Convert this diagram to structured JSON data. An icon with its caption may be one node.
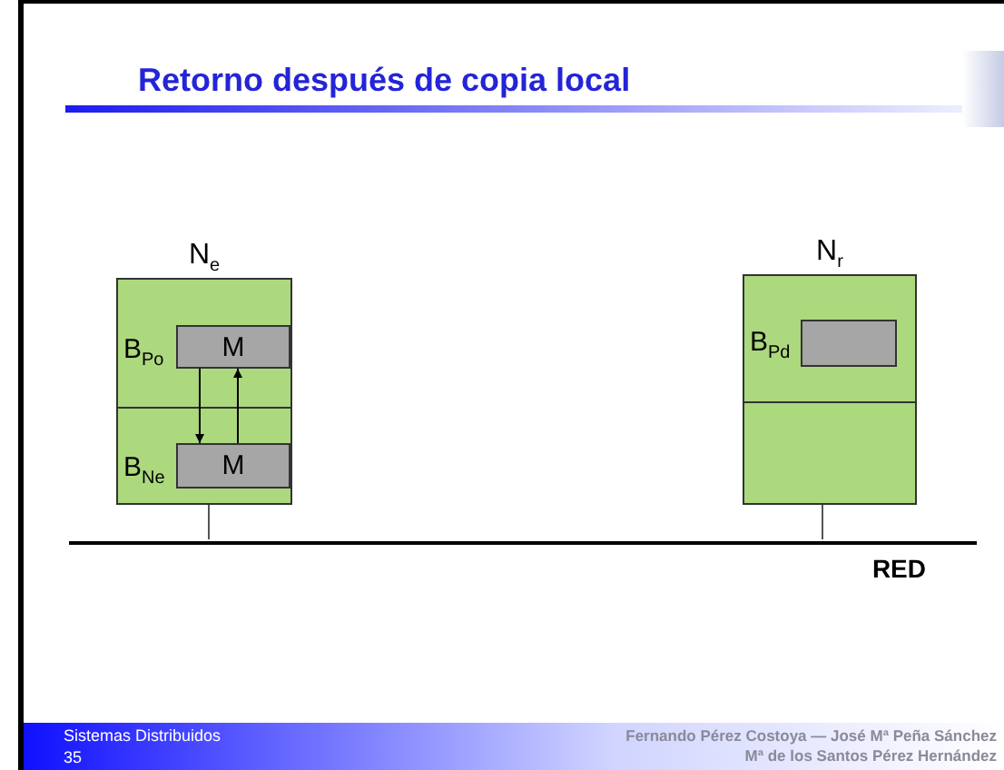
{
  "diagram": {
    "title": "Retorno después de copia local",
    "nodes": [
      {
        "text": [
          "N$_{e}$"
        ]
      },
      {
        "text": [
          "B$_{Po}$"
        ],
        "in": 0
      },
      {
        "text": [
          "M"
        ],
        "in": 1
      },
      {
        "text": [
          "B$_{Ne}$"
        ],
        "in": 0
      },
      {
        "text": [
          "M"
        ],
        "in": 3
      },
      {
        "text": [
          "N$_{r}$"
        ]
      },
      {
        "text": [
          "B$_{Pd}$"
        ],
        "in": 5
      },
      {
        "text": [],
        "shape": "box",
        "in": 6
      },
      {
        "text": [],
        "shape": "box",
        "in": 5
      },
      {
        "text": [
          "RED"
        ]
      }
    ],
    "edges": [
      {
        "from": 2,
        "to": 4,
        "arrow": "to"
      },
      {
        "from": 4,
        "to": 2,
        "arrow": "to"
      },
      {
        "from": 0,
        "to": 9,
        "arrow": "none"
      },
      {
        "from": 5,
        "to": 9,
        "arrow": "none"
      }
    ],
    "labels": [
      "Sistemas Distribuidos",
      "35",
      "Fernando Pérez Costoya — José Mª Peña Sánchez",
      "Mª de los Santos Pérez Hernández"
    ]
  }
}
